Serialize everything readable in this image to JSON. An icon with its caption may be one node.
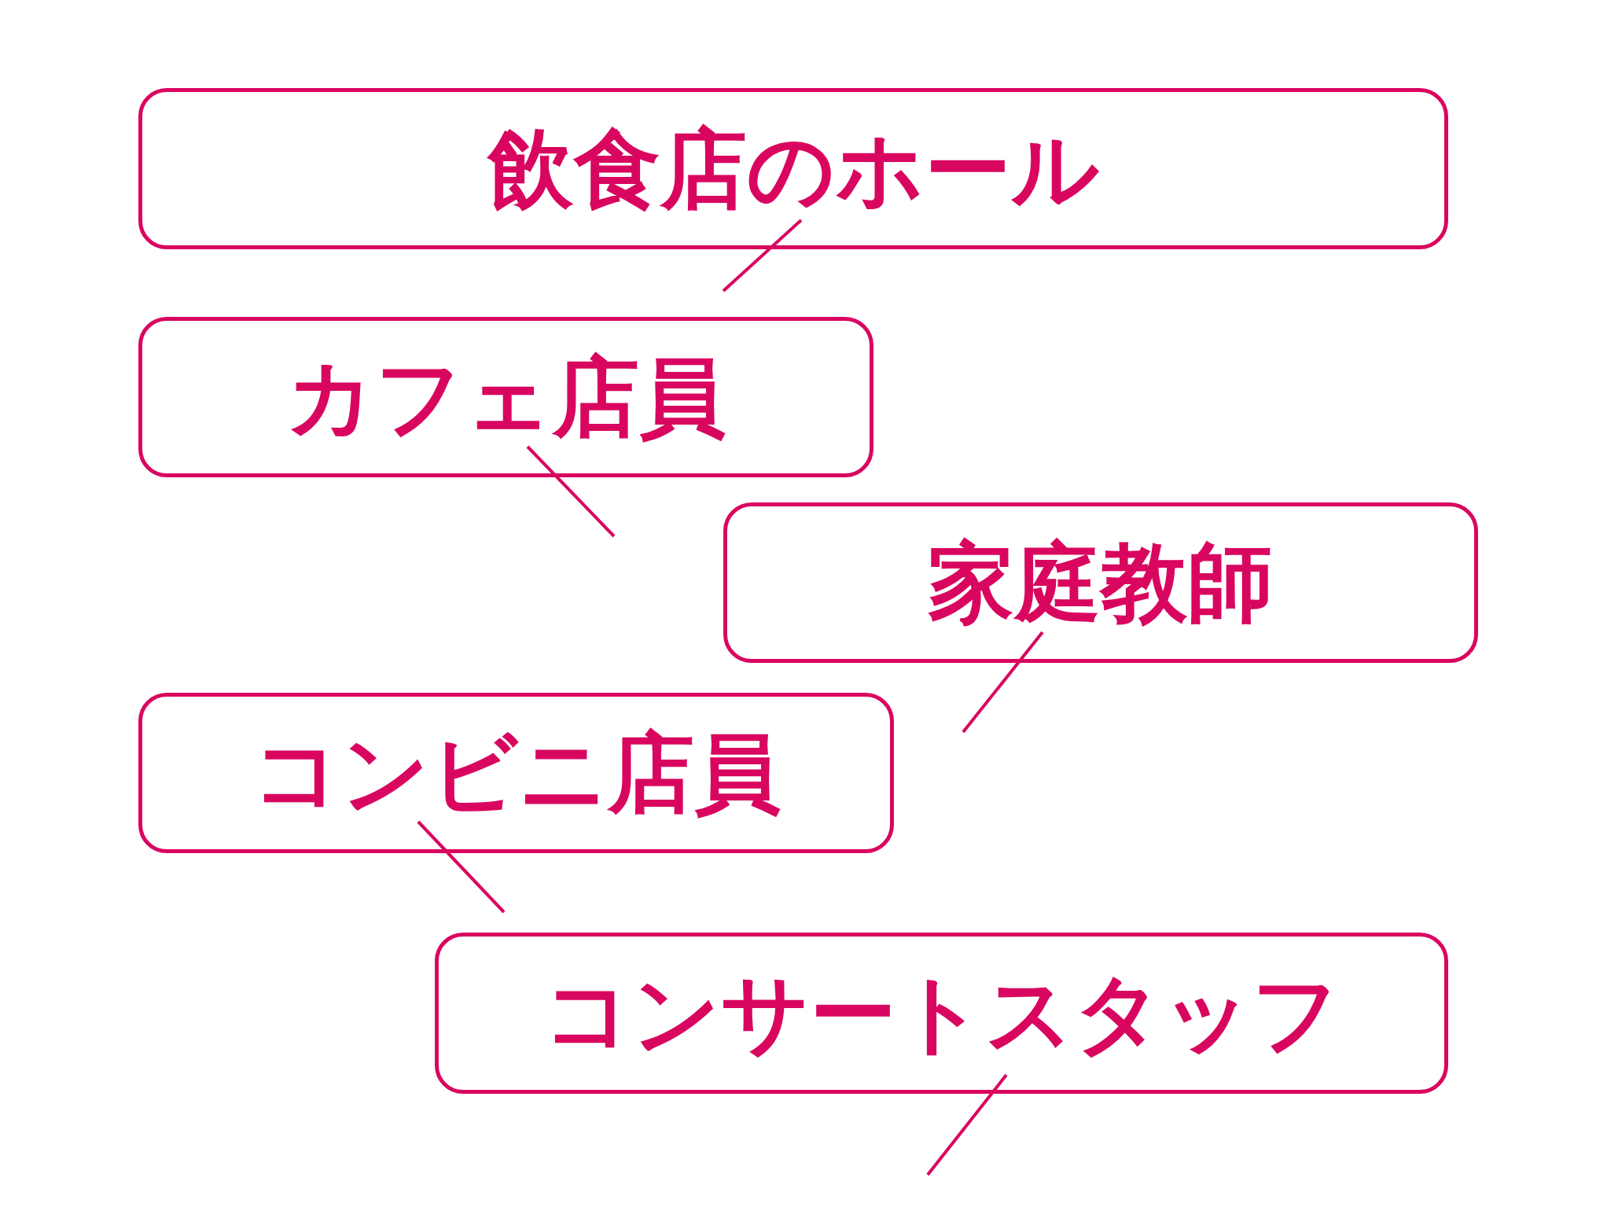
{
  "diagram": {
    "nodes": [
      {
        "text": [
          "飲食店のホール"
        ]
      },
      {
        "text": [
          "カフェ店員"
        ]
      },
      {
        "text": [
          "家庭教師"
        ]
      },
      {
        "text": [
          "コンビニ店員"
        ]
      },
      {
        "text": [
          "コンサートスタッフ"
        ]
      }
    ]
  }
}
